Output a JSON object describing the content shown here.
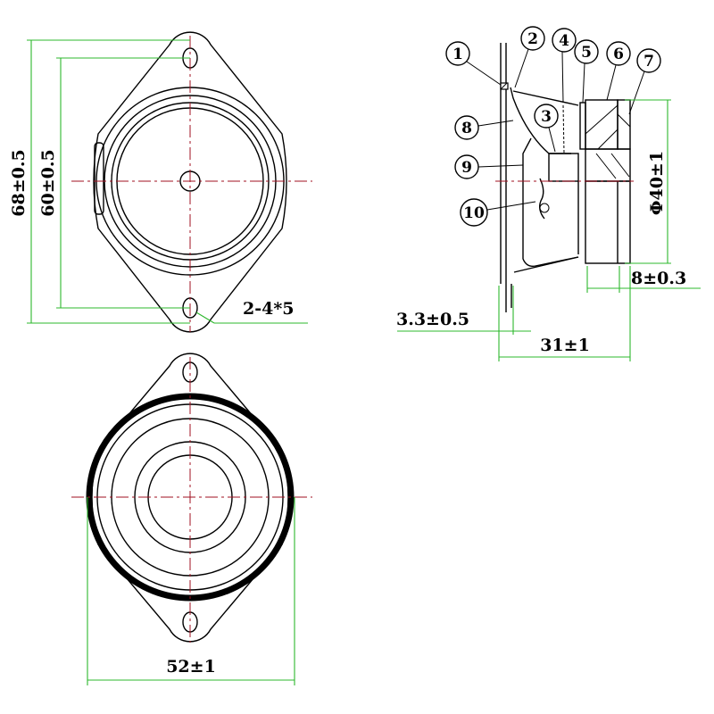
{
  "dimensions": {
    "outer_height": "68±0.5",
    "hole_spacing": "60±0.5",
    "mounting_holes": "2-4*5",
    "flange_thickness": "3.3±0.5",
    "total_depth": "31±1",
    "magnet_thickness": "8±0.3",
    "magnet_diameter": "Φ40±1",
    "outer_width": "52±1"
  },
  "callouts": [
    "1",
    "2",
    "3",
    "4",
    "5",
    "6",
    "7",
    "8",
    "9",
    "10"
  ],
  "colors": {
    "dimension_line": "#2db82d",
    "center_line": "#a01020",
    "drawing": "#000000"
  }
}
